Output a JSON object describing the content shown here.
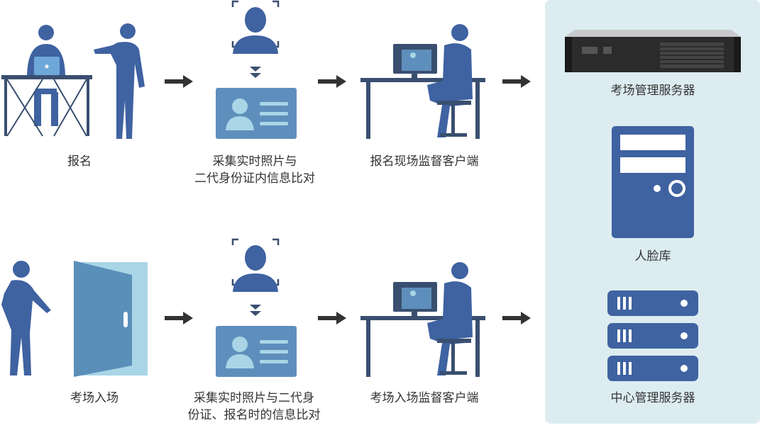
{
  "colors": {
    "figure": "#3f62a1",
    "furniture": "#3a4f70",
    "card": "#5e8fbc",
    "card_light": "#a9d5e6",
    "door": "#5a8fba",
    "panel": "#dcecf0",
    "arrow": "#333333",
    "text": "#333333"
  },
  "row1": {
    "step1_label": "报名",
    "step2_label_line1": "采集实时照片与",
    "step2_label_line2": "二代身份证内信息比对",
    "step3_label": "报名现场监督客户端"
  },
  "row2": {
    "step1_label": "考场入场",
    "step2_label_line1": "采集实时照片与二代身",
    "step2_label_line2": "份证、报名时的信息比对",
    "step3_label": "考场入场监督客户端"
  },
  "servers": {
    "exam_server_label": "考场管理服务器",
    "face_db_label": "人脸库",
    "center_server_label": "中心管理服务器"
  }
}
